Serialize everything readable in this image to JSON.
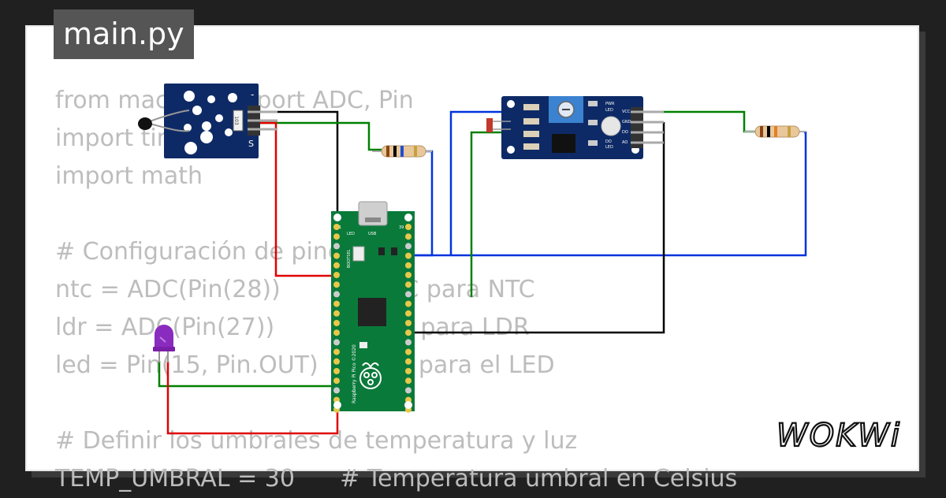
{
  "tab": {
    "filename": "main.py"
  },
  "code": {
    "lines": [
      "from machine import ADC, Pin",
      "import time",
      "import math",
      "",
      "# Configuración de pines",
      "ntc = ADC(Pin(28))        # ADC para NTC",
      "ldr = ADC(Pin(27))        # ADC para LDR",
      "led = Pin(15, Pin.OUT)    # Pin para el LED",
      "",
      "# Definir los umbrales de temperatura y luz",
      "TEMP_UMBRAL = 30      # Temperatura umbral en Celsius"
    ]
  },
  "board": {
    "label_led": "LED",
    "label_usb": "USB",
    "label_bootsel": "BOOTSEL",
    "label_pin_left": "1",
    "label_pin_right": "39",
    "silkscreen": "Raspberry Pi Pico ©2020"
  },
  "ldr_module": {
    "label_pwr": "PWR",
    "label_led": "LED",
    "label_do_led": "DO",
    "label_do_led2": "LED",
    "pin_vcc": "VCC",
    "pin_gnd": "GND",
    "pin_do": "DO",
    "pin_ao": "AO"
  },
  "ntc_module": {
    "label_minus": "-",
    "label_s": "S",
    "label_103": "103"
  },
  "colors": {
    "wire_red": "#e00000",
    "wire_black": "#000000",
    "wire_green": "#008000",
    "wire_blue": "#0033dd",
    "pcb_green": "#0a7a3a",
    "module_blue": "#0e2a66"
  },
  "logo": {
    "text": "WOKWi"
  }
}
